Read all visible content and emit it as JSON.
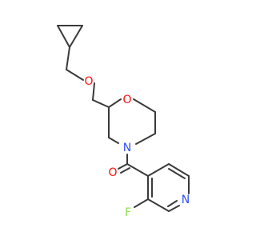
{
  "molecule": {
    "atoms": {
      "o_ether": {
        "symbol": "O",
        "color": "#ff0d0d"
      },
      "o_ring": {
        "symbol": "O",
        "color": "#ff0d0d"
      },
      "n_ring": {
        "symbol": "N",
        "color": "#3050f8"
      },
      "o_carbonyl": {
        "symbol": "O",
        "color": "#ff0d0d"
      },
      "n_pyridine": {
        "symbol": "N",
        "color": "#3050f8"
      },
      "fluorine": {
        "symbol": "F",
        "color": "#90e050"
      }
    },
    "bond_color": "#3a3a3a"
  }
}
